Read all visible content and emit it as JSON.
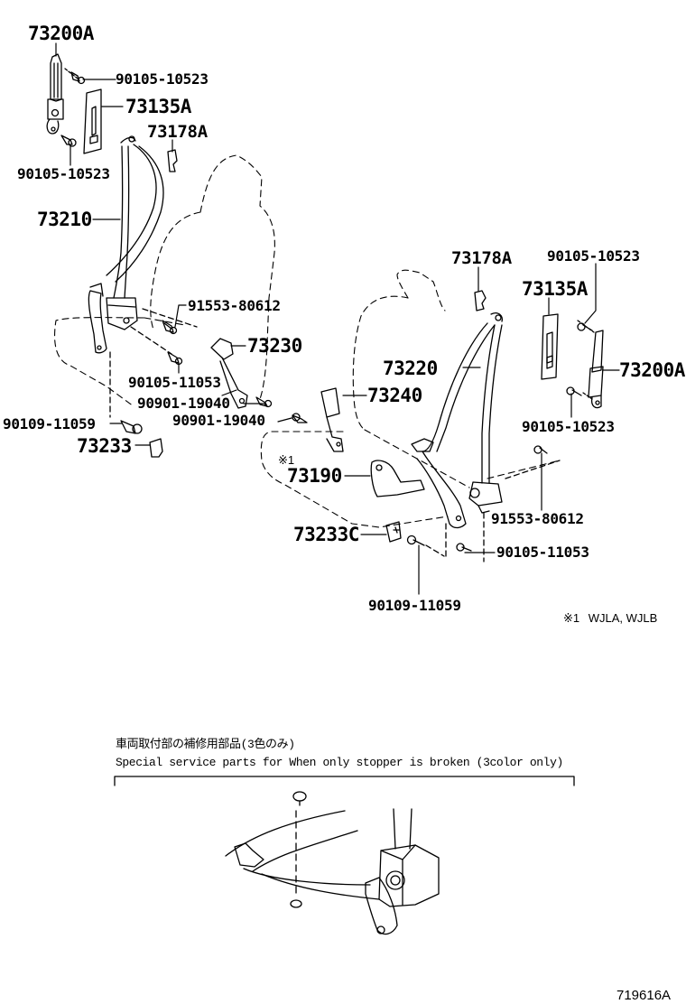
{
  "diagram": {
    "type": "exploded-parts-diagram",
    "subject": "Seat belt assemblies (front)",
    "drawing_code": "719616A"
  },
  "left_assembly": {
    "labels": {
      "adjuster": "73200A",
      "adjuster_bolt_upper": "90105-10523",
      "cover": "73135A",
      "guide": "73178A",
      "adjuster_bolt_lower": "90105-10523",
      "belt": "73210",
      "retractor_bolt": "91553-80612",
      "buckle": "73230",
      "anchor_bolt": "90105-11053",
      "buckle_bolt_1": "90901-19040",
      "buckle_bolt_2": "90901-19040",
      "floor_bolt": "90109-11059",
      "cover_cap": "73233"
    }
  },
  "right_assembly": {
    "labels": {
      "guide": "73178A",
      "adjuster_bolt_upper": "90105-10523",
      "cover": "73135A",
      "adjuster": "73200A",
      "belt": "73220",
      "buckle": "73240",
      "adjuster_bolt_lower": "90105-10523",
      "note_marker": "※1",
      "buckle_sensor": "73190",
      "retractor_bolt": "91553-80612",
      "cover_cap": "73233C",
      "anchor_bolt": "90105-11053",
      "floor_bolt": "90109-11059"
    }
  },
  "footnote": {
    "marker": "※1",
    "text": "WJLA, WJLB"
  },
  "service_parts": {
    "title_jp": "車両取付部の補修用部品(3色のみ)",
    "title_en": "Special service parts for When only stopper is broken (3color only)"
  }
}
